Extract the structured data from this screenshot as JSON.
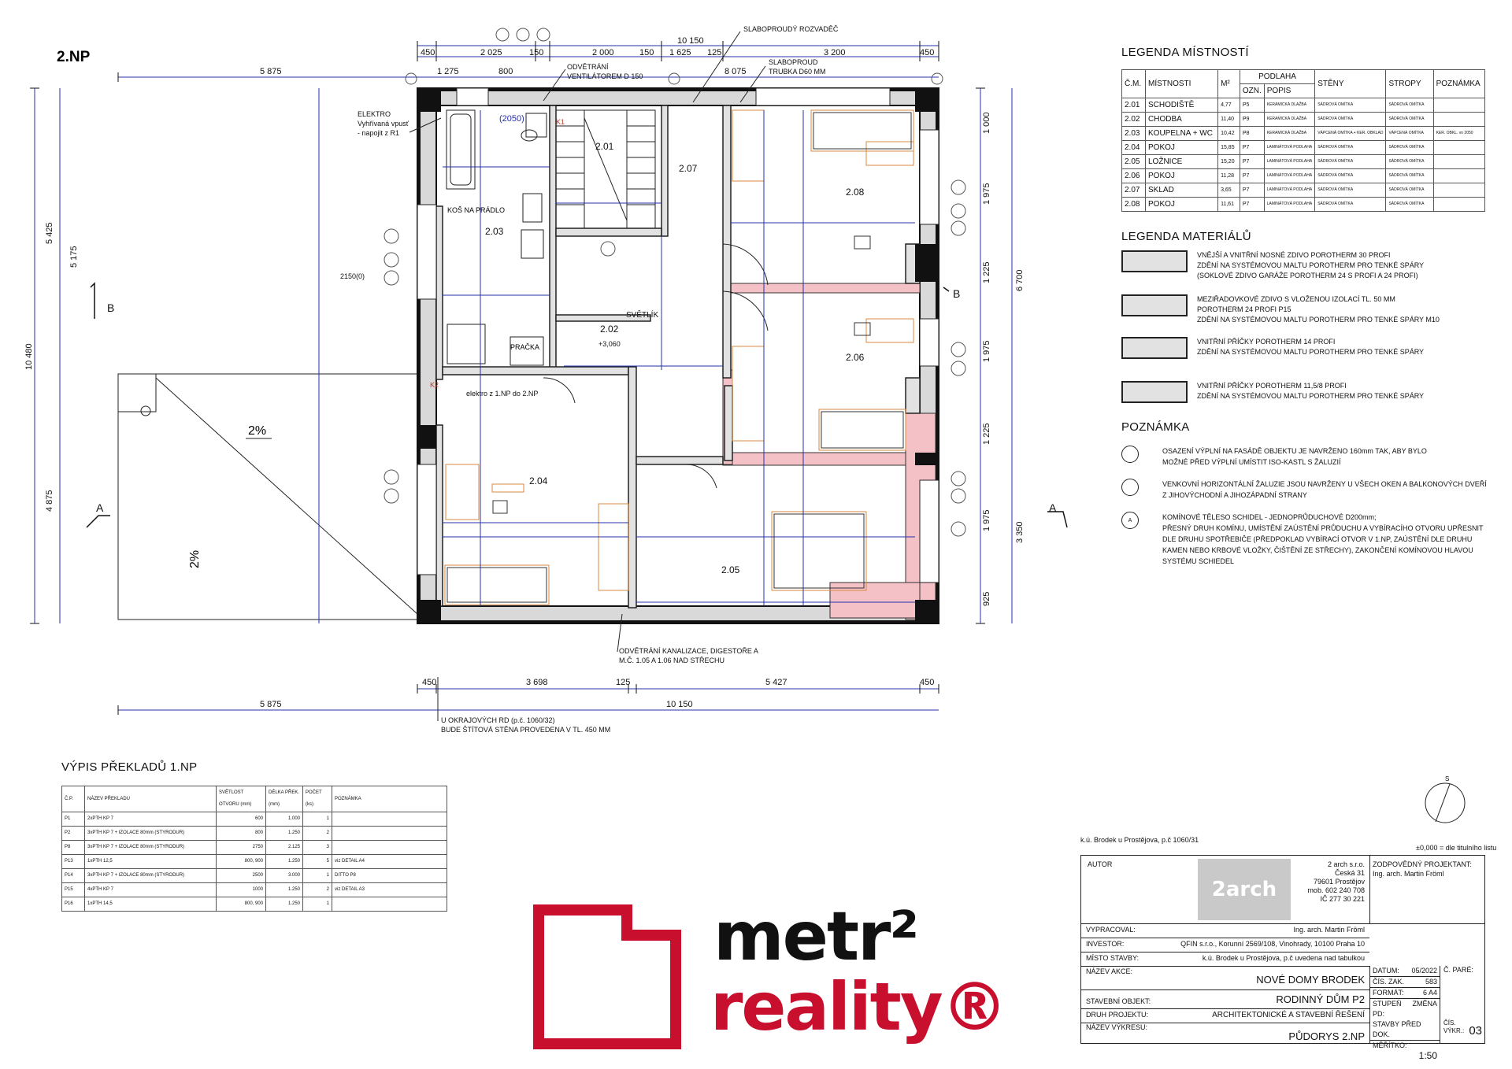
{
  "sheet": {
    "floor_title": "2.NP",
    "elevation_note": "±0,000 = dle titulního listu",
    "cadastre": "k.ú. Brodek u Prostějova, p.č 1060/31"
  },
  "plan": {
    "rooms": [
      {
        "id": "2.01"
      },
      {
        "id": "2.02",
        "extra": "SVĚTLÍK",
        "level": "+3,060"
      },
      {
        "id": "2.03",
        "extra": "KOŠ NA PRÁDLO"
      },
      {
        "id": "2.04"
      },
      {
        "id": "2.05"
      },
      {
        "id": "2.06"
      },
      {
        "id": "2.07"
      },
      {
        "id": "2.08"
      }
    ],
    "labels": {
      "pracka": "PRAČKA",
      "elektro_1": "ELEKTRO",
      "elektro_2": "Vyhřívaná vpusť",
      "elektro_3": "- napojit z R1",
      "ventil_1": "ODVĚTRÁNÍ",
      "ventil_2": "VENTILÁTOREM D 150",
      "slabo_1": "SLABOPROUDÝ ROZVADĚČ",
      "slabo_2": "SLABOPROUD",
      "slabo_3": "TRUBKA D60 MM",
      "odvetrani_1": "ODVĚTRÁNÍ KANALIZACE, DIGESTOŘE A",
      "odvetrani_2": "M.Č. 1.05 A 1.06 NAD STŘECHU",
      "okraj_1": "U OKRAJOVÝCH RD (p.č. 1060/32)",
      "okraj_2": "BUDE ŠTÍTOVÁ STĚNA PROVEDENA V TL. 450 MM",
      "elektro_np": "elektro z 1.NP do 2.NP",
      "slope1": "2%",
      "slope2": "2%",
      "sec_a": "A",
      "sec_b": "B",
      "k1": "K1",
      "k2": "K2",
      "h2050": "(2050)",
      "h2150": "2150(0)"
    },
    "dims_top_outer": [
      "10 150"
    ],
    "dims_top": [
      "450",
      "2 025",
      "150",
      "2 000",
      "150",
      "1 625",
      "125",
      "3 200",
      "450"
    ],
    "dims_top2": [
      "1 275",
      "800",
      "8 075"
    ],
    "dims_left_outer": [
      "5 875"
    ],
    "dims_bottom": [
      "450",
      "3 698",
      "125",
      "5 427",
      "450"
    ],
    "dims_bottom_outer": [
      "5 875",
      "10 150"
    ],
    "dims_left": [
      "5 425",
      "5 175",
      "10 480",
      "4 875"
    ],
    "dims_right": [
      "1 000",
      "1 975",
      "1 225",
      "1 975",
      "1 225",
      "1 975",
      "925",
      "6 700",
      "3 350"
    ]
  },
  "legend_rooms": {
    "title": "LEGENDA MÍSTNOSTÍ",
    "headers": [
      "Č.M.",
      "MÍSTNOSTI",
      "M²",
      "PODLAHA",
      "STĚNY",
      "STROPY",
      "POZNÁMKA"
    ],
    "subheaders": [
      "OZN.",
      "POPIS"
    ],
    "rows": [
      [
        "2.01",
        "SCHODIŠTĚ",
        "4,77",
        "P5",
        "KERAMICKÁ DLAŽBA",
        "SÁDROVÁ OMÍTKA",
        "SÁDROVÁ OMÍTKA",
        ""
      ],
      [
        "2.02",
        "CHODBA",
        "11,40",
        "P9",
        "KERAMICKÁ DLAŽBA",
        "SÁDROVÁ OMÍTKA",
        "SÁDROVÁ OMÍTKA",
        ""
      ],
      [
        "2.03",
        "KOUPELNA + WC",
        "10,42",
        "P8",
        "KERAMICKÁ DLAŽBA",
        "VÁPCENÁ OMÍTKA + KER. OBKLAD",
        "VÁPCENÁ OMÍTKA",
        "KER. OBKL. vn 2050"
      ],
      [
        "2.04",
        "POKOJ",
        "15,85",
        "P7",
        "LAMINÁTOVÁ PODLAHA",
        "SÁDROVÁ OMÍTKA",
        "SÁDROVÁ OMÍTKA",
        ""
      ],
      [
        "2.05",
        "LOŽNICE",
        "15,20",
        "P7",
        "LAMINÁTOVÁ PODLAHA",
        "SÁDROVÁ OMÍTKA",
        "SÁDROVÁ OMÍTKA",
        ""
      ],
      [
        "2.06",
        "POKOJ",
        "11,28",
        "P7",
        "LAMINÁTOVÁ PODLAHA",
        "SÁDROVÁ OMÍTKA",
        "SÁDROVÁ OMÍTKA",
        ""
      ],
      [
        "2.07",
        "SKLAD",
        "3,65",
        "P7",
        "LAMINÁTOVÁ PODLAHA",
        "SÁDROVÁ OMÍTKA",
        "SÁDROVÁ OMÍTKA",
        ""
      ],
      [
        "2.08",
        "POKOJ",
        "11,61",
        "P7",
        "LAMINÁTOVÁ PODLAHA",
        "SÁDROVÁ OMÍTKA",
        "SÁDROVÁ OMÍTKA",
        ""
      ]
    ]
  },
  "legend_materials": {
    "title": "LEGENDA MATERIÁLŮ",
    "items": [
      [
        "VNĚJŠÍ A VNITŘNÍ NOSNÉ ZDIVO POROTHERM 30 PROFI",
        "ZDĚNÍ NA SYSTÉMOVOU MALTU POROTHERM PRO TENKÉ SPÁRY",
        "(SOKLOVÉ ZDIVO GARÁŽE POROTHERM 24 S PROFI A 24 PROFI)"
      ],
      [
        "MEZIŘADOVKOVÉ ZDIVO S VLOŽENOU IZOLACÍ TL. 50 MM",
        "POROTHERM 24 PROFI P15",
        "ZDĚNÍ NA SYSTÉMOVOU MALTU POROTHERM PRO TENKÉ SPÁRY M10"
      ],
      [
        "VNITŘNÍ PŘÍČKY POROTHERM 14 PROFI",
        "ZDĚNÍ NA SYSTÉMOVOU MALTU POROTHERM PRO TENKÉ SPÁRY"
      ],
      [
        "VNITŘNÍ PŘÍČKY POROTHERM 11,5/8 PROFI",
        "ZDĚNÍ NA SYSTÉMOVOU MALTU POROTHERM PRO TENKÉ SPÁRY"
      ]
    ]
  },
  "notes": {
    "title": "POZNÁMKA",
    "items": [
      {
        "mark": "",
        "lines": [
          "OSAZENÍ VÝPLNÍ NA FASÁDĚ OBJEKTU JE NAVRŽENO 160mm TAK, ABY BYLO",
          "MOŽNÉ PŘED VÝPLNÍ UMÍSTIT ISO-KASTL S ŽALUZIÍ"
        ]
      },
      {
        "mark": "",
        "lines": [
          "VENKOVNÍ HORIZONTÁLNÍ ŽALUZIE JSOU NAVRŽENY U VŠECH OKEN A BALKONOVÝCH DVEŘÍ",
          "Z JIHOVÝCHODNÍ A JIHOZÁPADNÍ STRANY"
        ]
      },
      {
        "mark": "A",
        "lines": [
          "KOMÍNOVÉ TĚLESO SCHIDEL - JEDNOPRŮDUCHOVÉ D200mm;",
          "PŘESNÝ DRUH KOMÍNU, UMÍSTĚNÍ ZAÚSTĚNÍ PRŮDUCHU A VYBÍRACÍHO OTVORU UPŘESNIT",
          "DLE DRUHU SPOTŘEBIČE (PŘEDPOKLAD VYBÍRACÍ OTVOR V 1.NP, ZAÚSTĚNÍ DLE DRUHU",
          "KAMEN NEBO KRBOVÉ VLOŽKY, ČIŠTĚNÍ ZE STŘECHY), ZAKONČENÍ KOMÍNOVOU HLAVOU",
          "SYSTÉMU SCHIEDEL"
        ]
      }
    ]
  },
  "lintels": {
    "title": "VÝPIS PŘEKLADŮ 1.NP",
    "headers": [
      "Č.P.",
      "NÁZEV PŘEKLADU",
      "SVĚTLOST OTVORU (mm)",
      "DÉLKA PŘEK. (mm)",
      "POČET (ks)",
      "POZNÁMKA"
    ],
    "rows": [
      [
        "P1",
        "2xPTH KP 7",
        "600",
        "1.000",
        "1",
        ""
      ],
      [
        "P2",
        "3xPTH KP 7 + IZOLACE 80mm (STYRODUR)",
        "800",
        "1.250",
        "2",
        ""
      ],
      [
        "P8",
        "3xPTH KP 7 + IZOLACE 80mm (STYRODUR)",
        "2750",
        "2.125",
        "3",
        ""
      ],
      [
        "P13",
        "1xPTH 12,5",
        "800, 900",
        "1.250",
        "5",
        "viz DETAIL A4"
      ],
      [
        "P14",
        "3xPTH KP 7 + IZOLACE 80mm (STYRODUR)",
        "2500",
        "3.000",
        "1",
        "DITTO P8"
      ],
      [
        "P15",
        "4xPTH KP 7",
        "1000",
        "1.250",
        "2",
        "viz DETAIL A3"
      ],
      [
        "P16",
        "1xPTH 14,5",
        "800, 900",
        "1.250",
        "1",
        ""
      ]
    ]
  },
  "title_block": {
    "autor_label": "AUTOR",
    "firm_lines": [
      "2 arch s.r.o.",
      "Česká 31",
      "79601 Prostějov",
      "mob. 602 240 708",
      "IČ 277 30 221"
    ],
    "logo_text": "2arch",
    "zodp_label": "ZODPOVĚDNÝ PROJEKTANT:",
    "zodp_value": "Ing. arch. Martin Fröml",
    "vypracoval_label": "VYPRACOVAL:",
    "vypracoval_value": "Ing. arch. Martin Fröml",
    "investor_label": "INVESTOR:",
    "investor_value": "QFIN s.r.o., Korunní 2569/108, Vinohrady, 10100 Praha 10",
    "misto_label": "MÍSTO STAVBY:",
    "misto_value": "k.ú. Brodek u Prostějova, p.č uvedena nad tabulkou",
    "akce_label": "NÁZEV AKCE:",
    "akce_value": "NOVÉ DOMY BRODEK",
    "objekt_label": "STAVEBNÍ OBJEKT:",
    "objekt_value": "RODINNÝ DŮM P2",
    "druh_label": "DRUH PROJEKTU:",
    "druh_value": "ARCHITEKTONICKÉ A STAVEBNÍ ŘEŠENÍ",
    "vykres_label": "NÁZEV VÝKRESU:",
    "vykres_value": "PŮDORYS 2.NP",
    "datum_label": "DATUM:",
    "datum_value": "05/2022",
    "zak_label": "ČÍS. ZAK.",
    "zak_value": "583",
    "format_label": "FORMÁT:",
    "format_value": "6  A4",
    "stupen_label": "STUPEŇ PD:",
    "stupen_value": "ZMĚNA",
    "stupen2": "STAVBY PŘED DOK.",
    "meritko_label": "MĚŘÍTKO:",
    "meritko_value": "1:50",
    "pare_label": "Č. PARÉ:",
    "cis_label": "ČÍS. VÝKR.:",
    "cis_value": "03"
  },
  "watermark": {
    "brand_line1": "metr²",
    "brand_line2": "reality®",
    "color": "#c8102e"
  },
  "north_label": "S"
}
